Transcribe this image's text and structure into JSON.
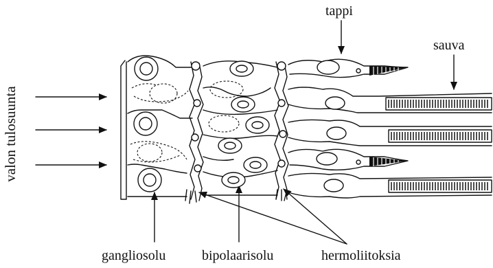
{
  "labels": {
    "light_direction": "valon tulosuunta",
    "cone": "tappi",
    "rod": "sauva",
    "ganglion_cell": "gangliosolu",
    "bipolar_cell": "bipolaarisolu",
    "nerve_connections": "hermoliitoksia"
  }
}
